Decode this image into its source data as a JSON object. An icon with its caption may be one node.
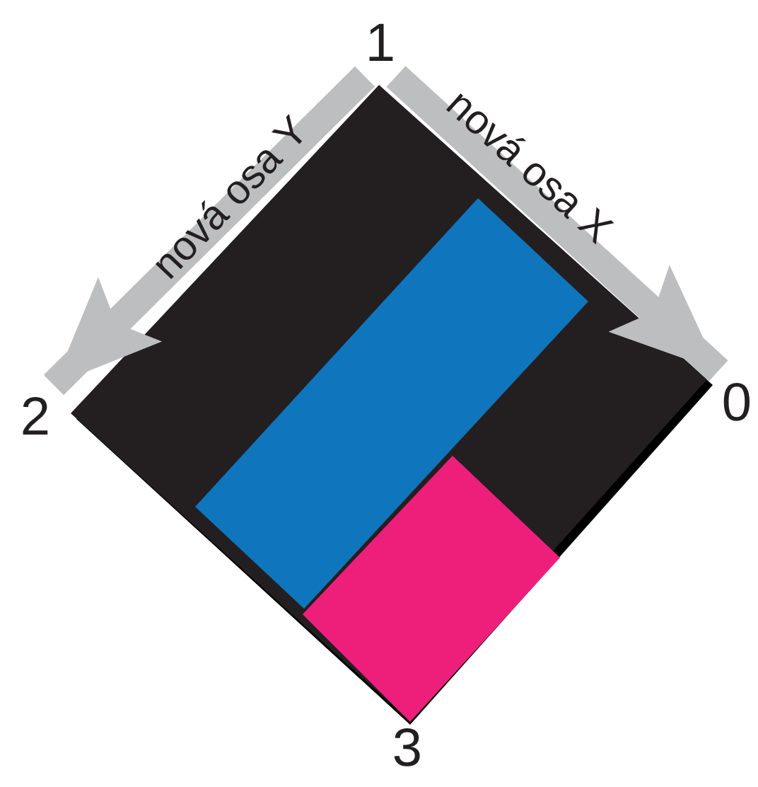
{
  "diagram": {
    "nodes": [
      {
        "text": [
          "1"
        ]
      },
      {
        "text": [
          "2"
        ]
      },
      {
        "text": [
          "0"
        ]
      },
      {
        "text": [
          "3"
        ]
      }
    ],
    "edges": [
      {
        "from": 0,
        "to": 1,
        "label": "nová osa Y",
        "arrow": "to"
      },
      {
        "from": 0,
        "to": 2,
        "label": "nová osa X",
        "arrow": "to"
      }
    ]
  }
}
